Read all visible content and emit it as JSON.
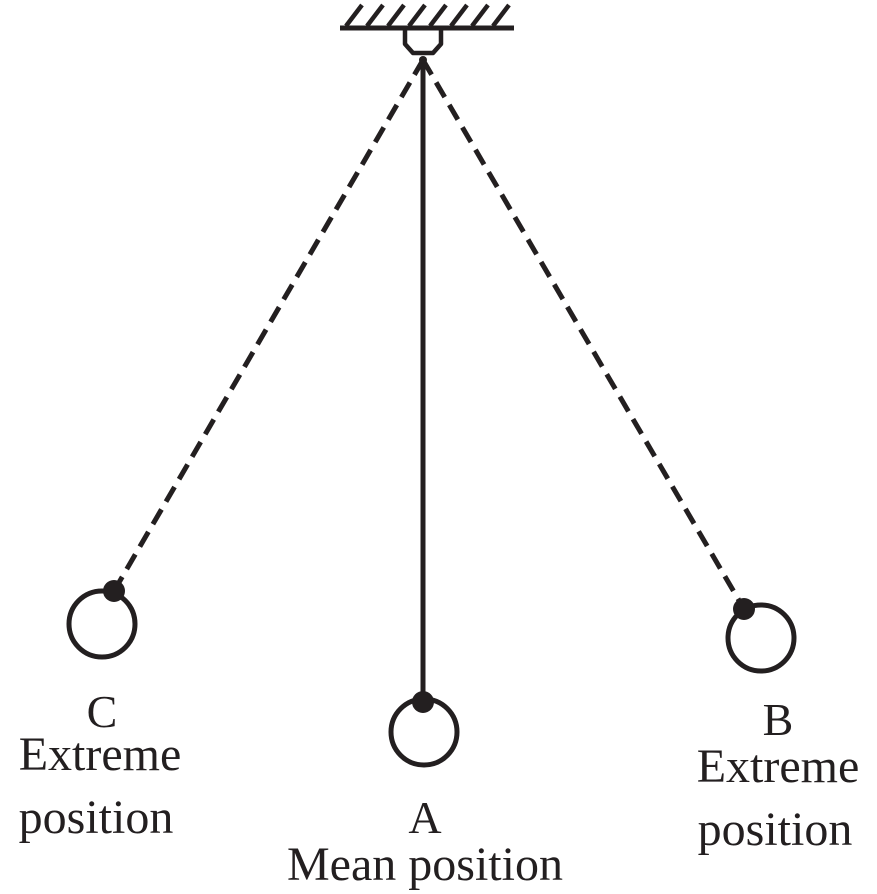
{
  "colors": {
    "ink": "#231f20",
    "background": "#ffffff"
  },
  "labels": {
    "c": {
      "letter": "C",
      "line1": "Extreme",
      "line2": "position"
    },
    "a": {
      "letter": "A",
      "line1": "Mean position"
    },
    "b": {
      "letter": "B",
      "line1": "Extreme",
      "line2": "position"
    }
  }
}
